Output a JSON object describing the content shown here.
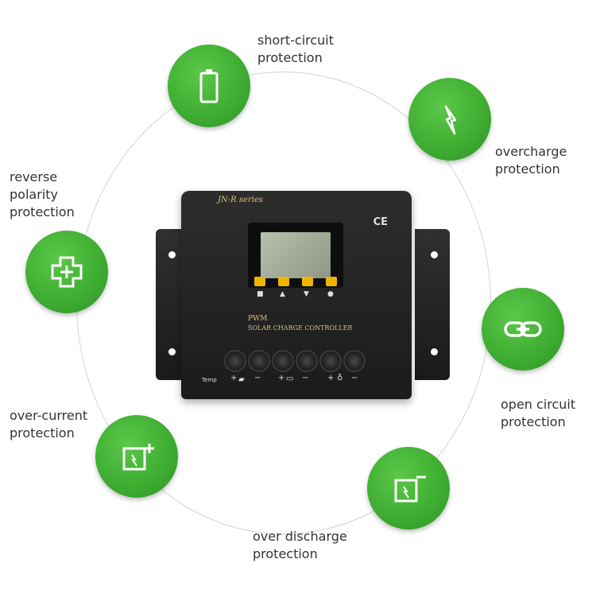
{
  "features": [
    {
      "id": "short-circuit",
      "label": "short-circuit\nprotection",
      "icon": "battery-icon"
    },
    {
      "id": "overcharge",
      "label": "overcharge\nprotection",
      "icon": "lightning-icon"
    },
    {
      "id": "reverse-polarity",
      "label": "reverse\npolarity\nprotection",
      "icon": "reverse-arrows-icon"
    },
    {
      "id": "open-circuit",
      "label": "open circuit\nprotection",
      "icon": "link-icon"
    },
    {
      "id": "over-current",
      "label": "over-current\nprotection",
      "icon": "battery-plus-icon"
    },
    {
      "id": "over-discharge",
      "label": "over discharge\nprotection",
      "icon": "battery-minus-icon"
    }
  ],
  "device": {
    "series": "JN-R series",
    "ce_mark": "CE",
    "mode": "PWM",
    "name": "SOLAR CHARGE CONTROLLER",
    "temp": "Temp",
    "buttons": [
      "■",
      "▲",
      "▼",
      "●"
    ],
    "terminals": [
      "+",
      "−",
      "+",
      "−",
      "+",
      "−"
    ]
  },
  "colors": {
    "accent": "#3fae32",
    "device": "#1e1e1e",
    "buttons": "#f0b400"
  }
}
